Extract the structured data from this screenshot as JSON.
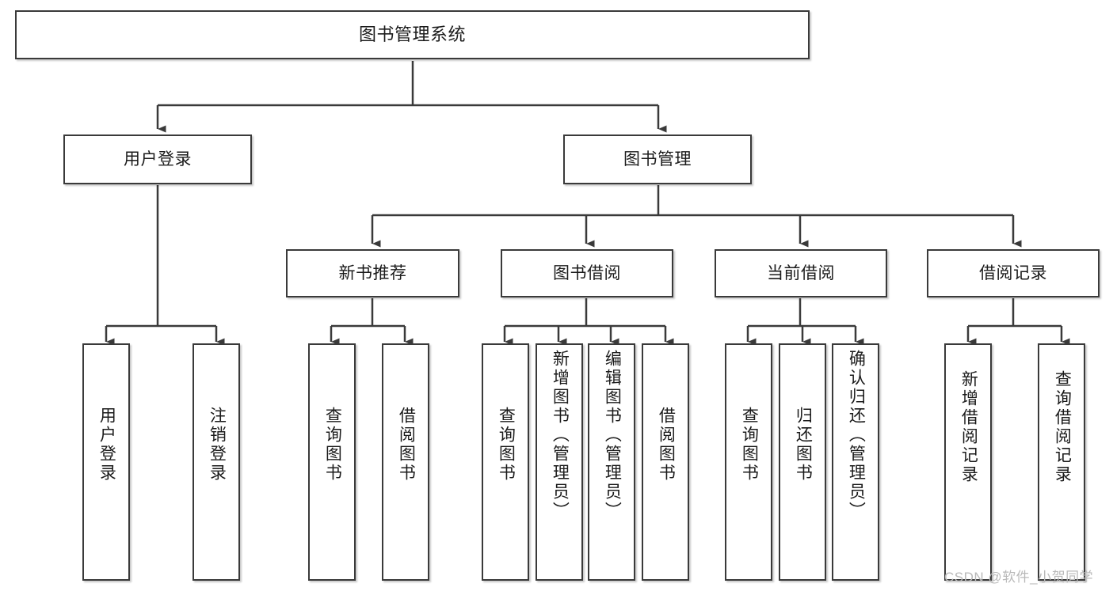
{
  "diagram": {
    "title": "图书管理系统",
    "type": "tree-hierarchy",
    "watermark": "CSDN @软件_小贺同学",
    "accent_color": "#3a3a3a",
    "background_color": "#ffffff",
    "nodes": {
      "root": {
        "label": "图书管理系统",
        "level": 1
      },
      "l2_user_login": {
        "label": "用户登录",
        "level": 2
      },
      "l2_book_manage": {
        "label": "图书管理",
        "level": 2
      },
      "l3_new_book_rec": {
        "label": "新书推荐",
        "level": 3
      },
      "l3_book_borrow": {
        "label": "图书借阅",
        "level": 3
      },
      "l3_current_borrow": {
        "label": "当前借阅",
        "level": 3
      },
      "l3_borrow_record": {
        "label": "借阅记录",
        "level": 3
      },
      "leaf_user_login": {
        "label": "用户登录",
        "level": 4
      },
      "leaf_logout": {
        "label": "注销登录",
        "level": 4
      },
      "leaf_query_book_1": {
        "label": "查询图书",
        "level": 4
      },
      "leaf_borrow_book_1": {
        "label": "借阅图书",
        "level": 4
      },
      "leaf_query_book_2": {
        "label": "查询图书",
        "level": 4
      },
      "leaf_add_book": {
        "label": "新增图书（管理员）",
        "level": 4
      },
      "leaf_edit_book": {
        "label": "编辑图书（管理员）",
        "level": 4
      },
      "leaf_borrow_book_2": {
        "label": "借阅图书",
        "level": 4
      },
      "leaf_query_book_3": {
        "label": "查询图书",
        "level": 4
      },
      "leaf_return_book": {
        "label": "归还图书",
        "level": 4
      },
      "leaf_confirm_return": {
        "label": "确认归还（管理员）",
        "level": 4
      },
      "leaf_add_record": {
        "label": "新增借阅记录",
        "level": 4
      },
      "leaf_query_record": {
        "label": "查询借阅记录",
        "level": 4
      }
    }
  }
}
